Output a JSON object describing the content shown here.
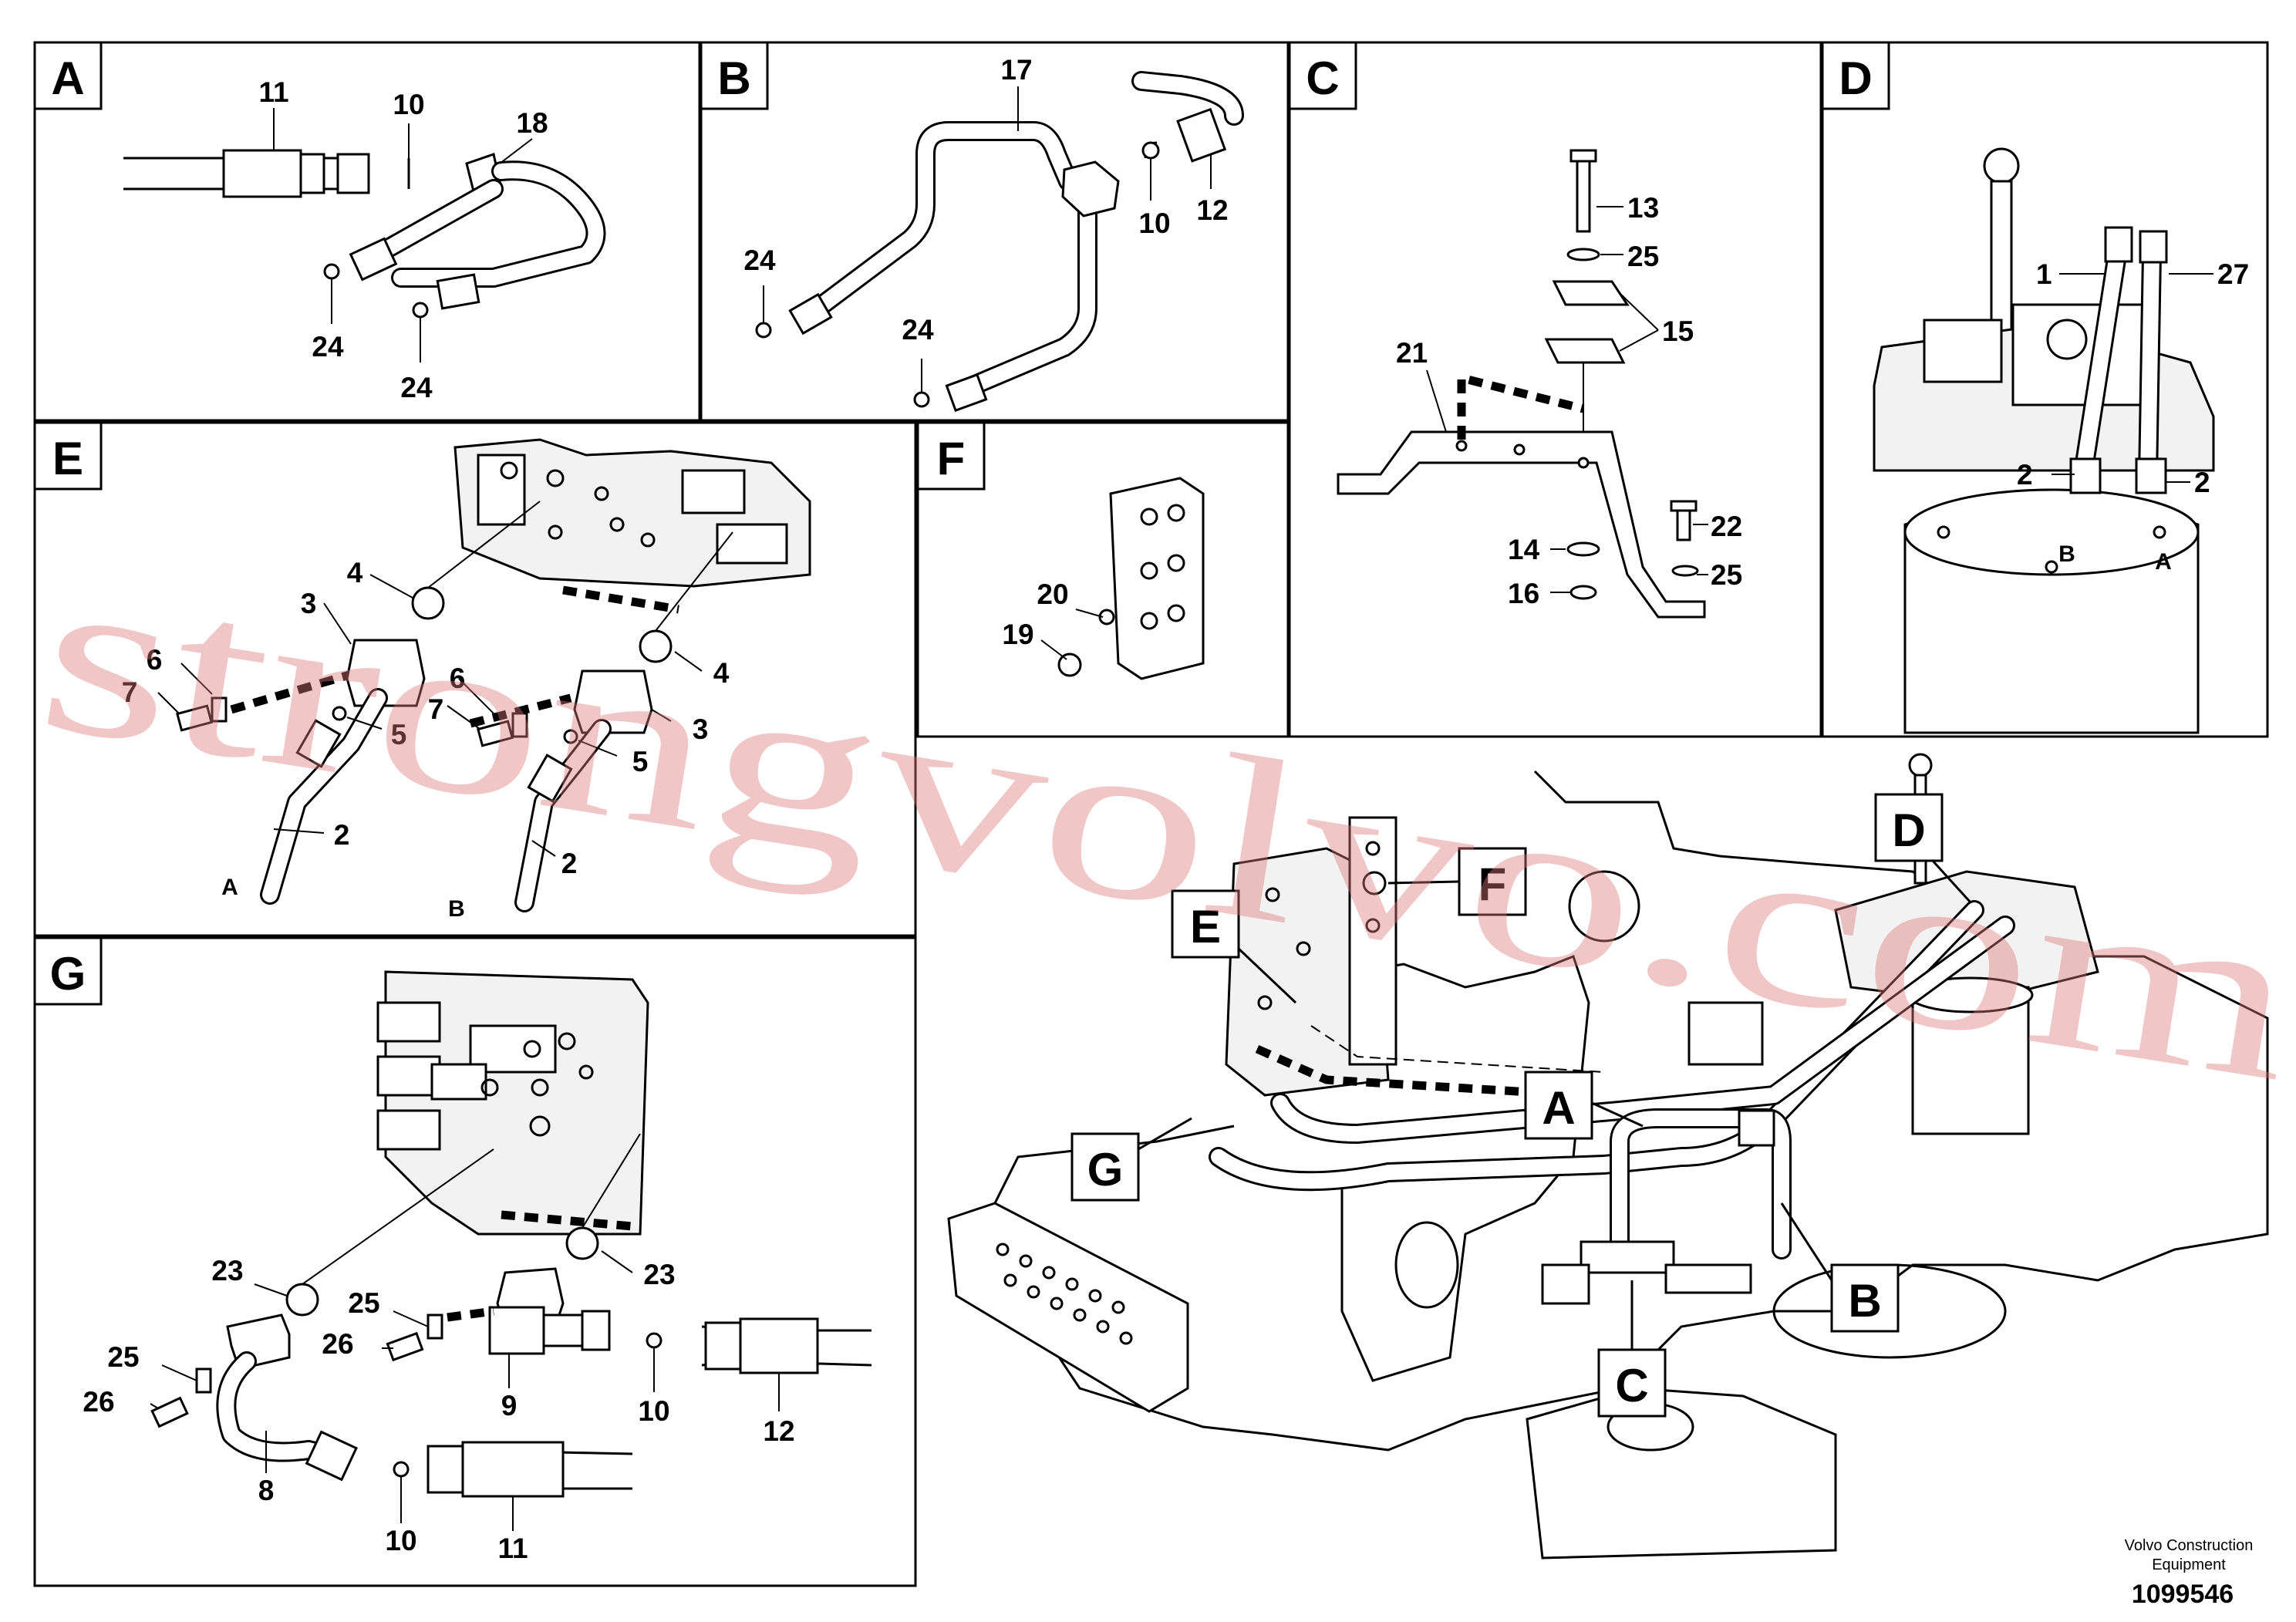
{
  "panels": {
    "A": {
      "label": "A",
      "callouts": [
        "11",
        "10",
        "18",
        "24",
        "24"
      ]
    },
    "B": {
      "label": "B",
      "callouts": [
        "17",
        "10",
        "12",
        "24",
        "24"
      ]
    },
    "C": {
      "label": "C",
      "callouts": [
        "13",
        "25",
        "15",
        "21",
        "22",
        "14",
        "25",
        "16"
      ]
    },
    "D": {
      "label": "D",
      "callouts": [
        "1",
        "27",
        "2",
        "2"
      ],
      "ports": [
        "B",
        "A"
      ]
    },
    "E": {
      "label": "E",
      "callouts": [
        "4",
        "3",
        "6",
        "7",
        "5",
        "2",
        "6",
        "7",
        "4",
        "3",
        "5",
        "2"
      ],
      "ports": [
        "A",
        "B"
      ]
    },
    "F": {
      "label": "F",
      "callouts": [
        "20",
        "19"
      ]
    },
    "G": {
      "label": "G",
      "callouts": [
        "23",
        "23",
        "25",
        "26",
        "25",
        "26",
        "9",
        "10",
        "12",
        "8",
        "10",
        "11"
      ]
    }
  },
  "overview": {
    "labels": [
      "D",
      "F",
      "E",
      "A",
      "G",
      "B",
      "C"
    ]
  },
  "watermark": "strongvolvo.com",
  "footer": {
    "company_line1": "Volvo Construction",
    "company_line2": "Equipment",
    "drawing_number": "1099546"
  },
  "colors": {
    "watermark": "#dc7878",
    "line": "#000000"
  }
}
